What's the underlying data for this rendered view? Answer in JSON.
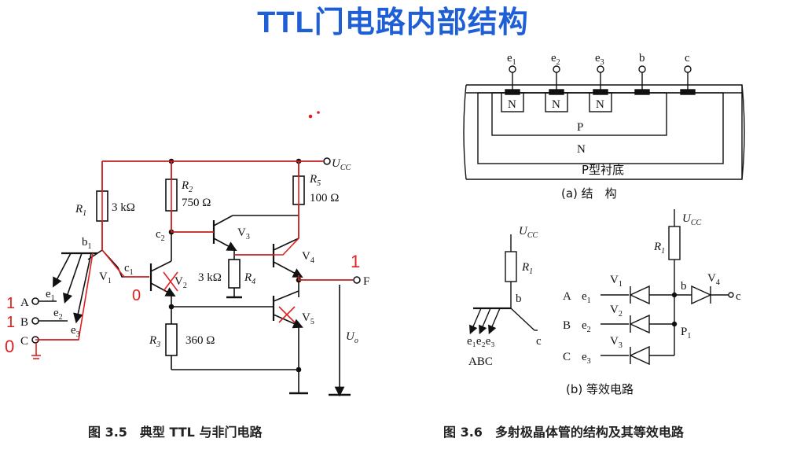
{
  "title": "TTL门电路内部结构",
  "captions": {
    "fig35": "图 3.5　典型 TTL 与非门电路",
    "fig36": "图 3.6　多射极晶体管的结构及其等效电路"
  },
  "fig35": {
    "ucc": "U",
    "ucc_sub": "CC",
    "r1": "R",
    "r1_sub": "1",
    "r1_value": "3 kΩ",
    "r2": "R",
    "r2_sub": "2",
    "r2_value": "750 Ω",
    "r3": "R",
    "r3_sub": "3",
    "r3_value": "360 Ω",
    "r4": "R",
    "r4_sub": "4",
    "r4_value": "3 kΩ",
    "r5": "R",
    "r5_sub": "5",
    "r5_value": "100 Ω",
    "v1": "V",
    "v1_sub": "1",
    "v2": "V",
    "v2_sub": "2",
    "v3": "V",
    "v3_sub": "3",
    "v4": "V",
    "v4_sub": "4",
    "v5": "V",
    "v5_sub": "5",
    "b1": "b",
    "b1_sub": "1",
    "c1": "c",
    "c1_sub": "1",
    "c2": "c",
    "c2_sub": "2",
    "e1": "e",
    "e1_sub": "1",
    "e2": "e",
    "e2_sub": "2",
    "e3": "e",
    "e3_sub": "3",
    "in_a": "A",
    "in_b": "B",
    "in_c": "C",
    "out_f": "F",
    "uo": "U",
    "uo_sub": "o",
    "annot_1a": "1",
    "annot_1b": "1",
    "annot_0c": "0",
    "annot_0v2": "0",
    "annot_1out": "1"
  },
  "fig36a": {
    "e1": "e",
    "e1_sub": "1",
    "e2": "e",
    "e2_sub": "2",
    "e3": "e",
    "e3_sub": "3",
    "b": "b",
    "c": "c",
    "n": "N",
    "p": "P",
    "n_big": "N",
    "substrate": "P型衬底",
    "caption": "(a)  结　构"
  },
  "fig36b": {
    "ucc": "U",
    "ucc_sub": "CC",
    "r1": "R",
    "r1_sub": "1",
    "b": "b",
    "c": "c",
    "emitters": "e₁e₂e₃",
    "abc": "ABC",
    "caption": "(b)  等效电路",
    "eq_ucc": "U",
    "eq_ucc_sub": "CC",
    "eq_r1": "R",
    "eq_r1_sub": "1",
    "eq_b": "b",
    "eq_c": "c",
    "eq_p1": "P",
    "eq_p1_sub": "1",
    "eq_a": "A",
    "eq_b_in": "B",
    "eq_c_in": "C",
    "eq_e1": "e",
    "eq_e1_sub": "1",
    "eq_e2": "e",
    "eq_e2_sub": "2",
    "eq_e3": "e",
    "eq_e3_sub": "3",
    "eq_v1": "V",
    "eq_v1_sub": "1",
    "eq_v2": "V",
    "eq_v2_sub": "2",
    "eq_v3": "V",
    "eq_v3_sub": "3",
    "eq_v4": "V",
    "eq_v4_sub": "4"
  },
  "colors": {
    "title": "#1f5fd6",
    "annotation": "#e02020",
    "wire": "#111111"
  }
}
